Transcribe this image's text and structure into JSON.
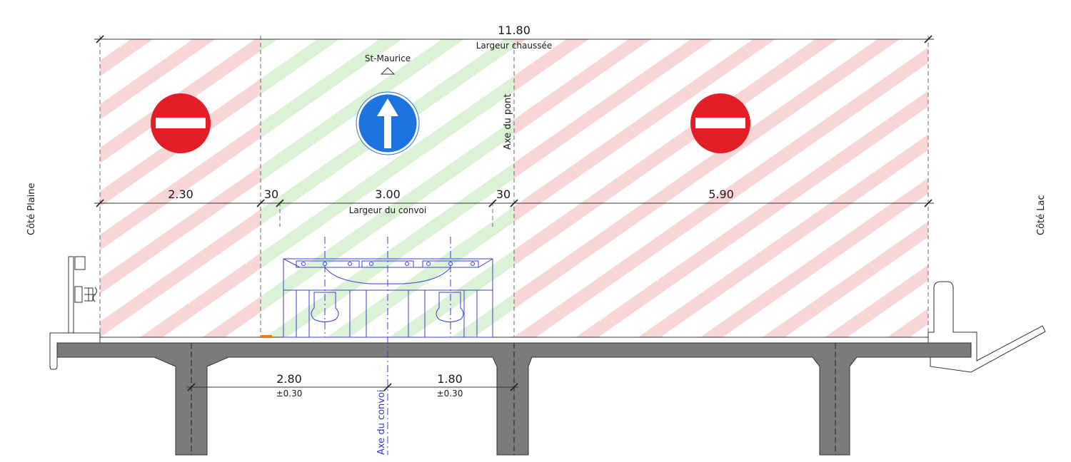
{
  "dimensions": {
    "total_width": {
      "value": "11.80",
      "caption": "Largeur chaussée"
    },
    "segments": [
      {
        "value": "2.30"
      },
      {
        "value": "30"
      },
      {
        "value": "3.00",
        "caption": "Largeur du convoi"
      },
      {
        "value": "30"
      },
      {
        "value": "5.90"
      }
    ],
    "piers": [
      {
        "value": "2.80",
        "tolerance": "±0.30"
      },
      {
        "value": "1.80",
        "tolerance": "±0.30"
      }
    ]
  },
  "labels": {
    "direction": "St-Maurice",
    "left_side": "Côté Plaine",
    "right_side": "Côté Lac",
    "bridge_axis": "Axe du pont",
    "convoy_axis": "Axe du convoi"
  },
  "signs": [
    {
      "type": "no-entry",
      "zone": "left"
    },
    {
      "type": "mandatory-straight",
      "zone": "convoy"
    },
    {
      "type": "no-entry",
      "zone": "right"
    }
  ],
  "colors": {
    "closed_hatch": "#f9d6d6",
    "open_hatch": "#dcf2d6",
    "no_entry_red": "#e41e26",
    "mandatory_blue": "#1d73e0",
    "concrete": "#7b7b7b",
    "convoy_outline": "#3440d8",
    "marker_orange": "#f07a1a"
  }
}
